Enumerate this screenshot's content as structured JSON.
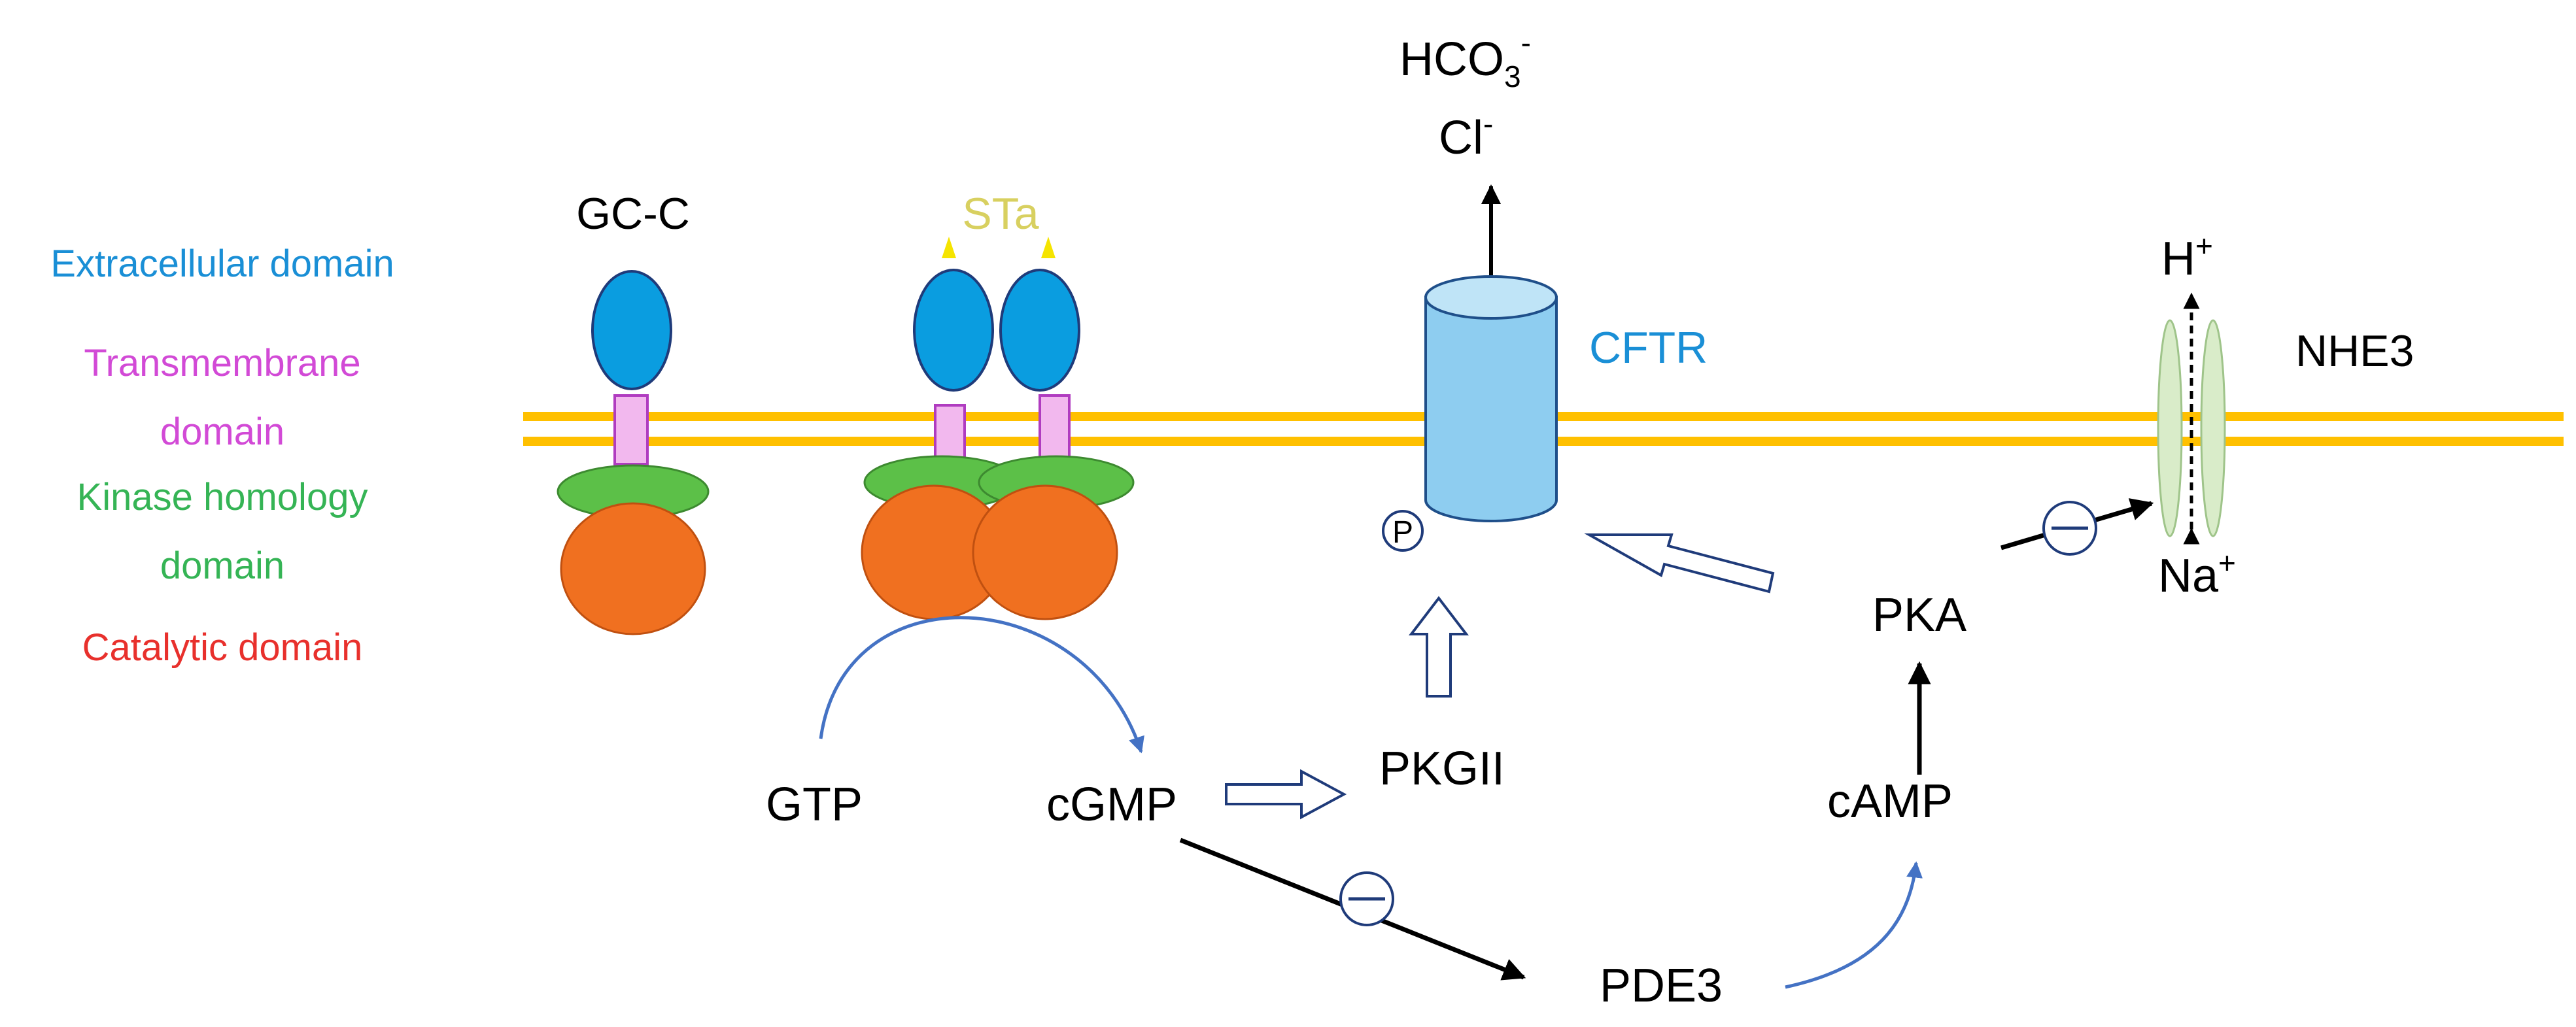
{
  "legend": {
    "extracellular": "Extracellular domain",
    "transmembrane_1": "Transmembrane",
    "transmembrane_2": "domain",
    "kinase_1": "Kinase homology",
    "kinase_2": "domain",
    "catalytic": "Catalytic domain"
  },
  "labels": {
    "gcc": "GC-C",
    "sta": "STa",
    "hco3": "HCO",
    "hco3_sub": "3",
    "hco3_sup": "-",
    "cl": "Cl",
    "cl_sup": "-",
    "cftr": "CFTR",
    "p": "P",
    "h": "H",
    "h_sup": "+",
    "na": "Na",
    "na_sup": "+",
    "nhe3": "NHE3",
    "gtp": "GTP",
    "cgmp": "cGMP",
    "pkgii": "PKGII",
    "pde3": "PDE3",
    "camp": "cAMP",
    "pka": "PKA"
  },
  "colors": {
    "extracellular": "#1a8fd6",
    "transmembrane": "#d24ad6",
    "kinase": "#35b455",
    "catalytic": "#e8302c",
    "sta": "#d8d060",
    "membrane": "#ffc000",
    "cftr": "#1a8fd6",
    "arrow_blue": "#4472c4"
  }
}
